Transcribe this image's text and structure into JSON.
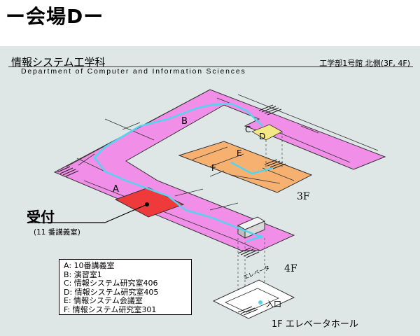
{
  "title": "ー会場Dー",
  "department": {
    "name_ja": "情報システム工学科",
    "name_en": "Department of Computer and Information Sciences"
  },
  "building": "工学部1号館 北側(3F, 4F)",
  "reception": {
    "label": "受付",
    "sublabel": "(11 番講義室)"
  },
  "rooms": {
    "A": "A",
    "B": "B",
    "C": "C",
    "D": "D",
    "E": "E",
    "F": "F"
  },
  "floors": {
    "f3": "3F",
    "f4": "4F",
    "f1": "1F エレベータホール"
  },
  "elevator_label": "エレベータ",
  "entrance_label": "入口",
  "legend": [
    "A: 10番講義室",
    "B: 演習室1",
    "C: 情報システム研究室406",
    "D: 情報システム研究室405",
    "E: 情報システム会議室",
    "F: 情報システム研究室301"
  ],
  "colors": {
    "floor4": "#f08ee8",
    "floor3": "#f6b070",
    "reception_room": "#ee3a3a",
    "room_d": "#f4e884",
    "route": "#55d4f0",
    "background": "#dfe6e6"
  }
}
